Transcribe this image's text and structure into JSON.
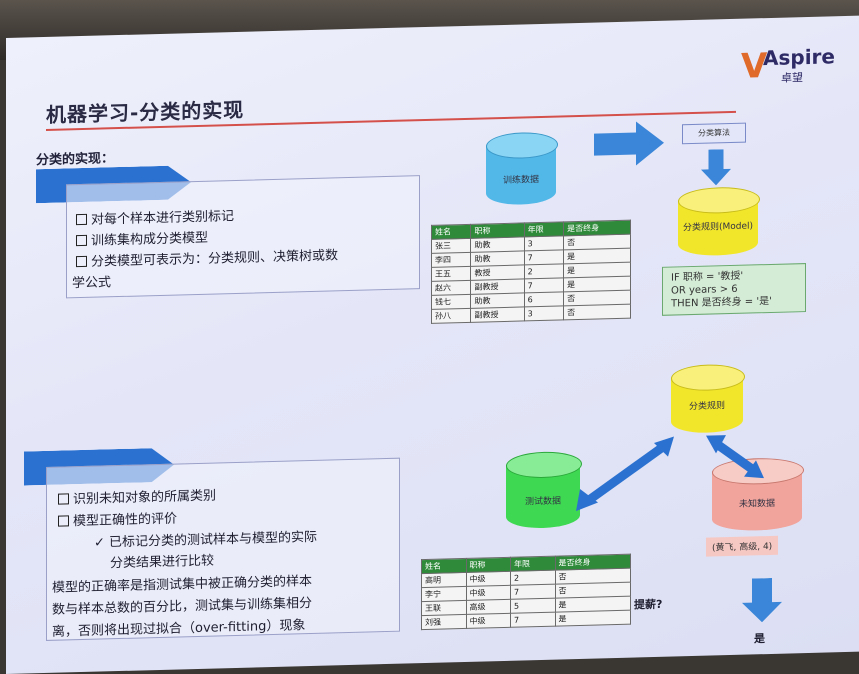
{
  "slide": {
    "title": "机器学习-分类的实现",
    "logo_name": "Aspire",
    "logo_sub": "卓望"
  },
  "section1": {
    "heading": "分类的实现：",
    "items": [
      "对每个样本进行类别标记",
      "训练集构成分类模型",
      "分类模型可表示为：分类规则、决策树或数",
      "学公式"
    ],
    "training_db_label": "训练数据",
    "classifier_box": "分类算法",
    "model_db_label": "分类规则(Model)",
    "rule_lines": [
      "IF 职称 = '教授'",
      "OR years > 6",
      "THEN 是否终身 = '是'"
    ],
    "table_headers": [
      "姓名",
      "职称",
      "年限",
      "是否终身"
    ],
    "table_rows": [
      [
        "张三",
        "助教",
        "3",
        "否"
      ],
      [
        "李四",
        "助教",
        "7",
        "是"
      ],
      [
        "王五",
        "教授",
        "2",
        "是"
      ],
      [
        "赵六",
        "副教授",
        "7",
        "是"
      ],
      [
        "钱七",
        "助教",
        "6",
        "否"
      ],
      [
        "孙八",
        "副教授",
        "3",
        "否"
      ]
    ]
  },
  "section2": {
    "items": [
      "识别未知对象的所属类别",
      "模型正确性的评价"
    ],
    "sub_items": [
      "已标记分类的测试样本与模型的实际",
      "分类结果进行比较"
    ],
    "para": [
      "模型的正确率是指测试集中被正确分类的样本",
      "数与样本总数的百分比，测试集与训练集相分",
      "离，否则将出现过拟合（over-fitting）现象"
    ],
    "model_db_label": "分类规则",
    "test_db_label": "测试数据",
    "unknown_db_label": "未知数据",
    "unknown_value": "(黄飞, 高级, 4)",
    "question": "提薪?",
    "answer": "是",
    "table_headers": [
      "姓名",
      "职称",
      "年限",
      "是否终身"
    ],
    "table_rows": [
      [
        "高明",
        "中级",
        "2",
        "否"
      ],
      [
        "李宁",
        "中级",
        "7",
        "否"
      ],
      [
        "王联",
        "高级",
        "5",
        "是"
      ],
      [
        "刘强",
        "中级",
        "7",
        "是"
      ]
    ]
  },
  "colors": {
    "banner_blue": "#2b72d0",
    "cyl_cyan": "#52b8e8",
    "cyl_yellow": "#f2e62a",
    "cyl_green": "#3ed852",
    "cyl_pink": "#f0a49c",
    "title_rule": "#d4504a"
  }
}
